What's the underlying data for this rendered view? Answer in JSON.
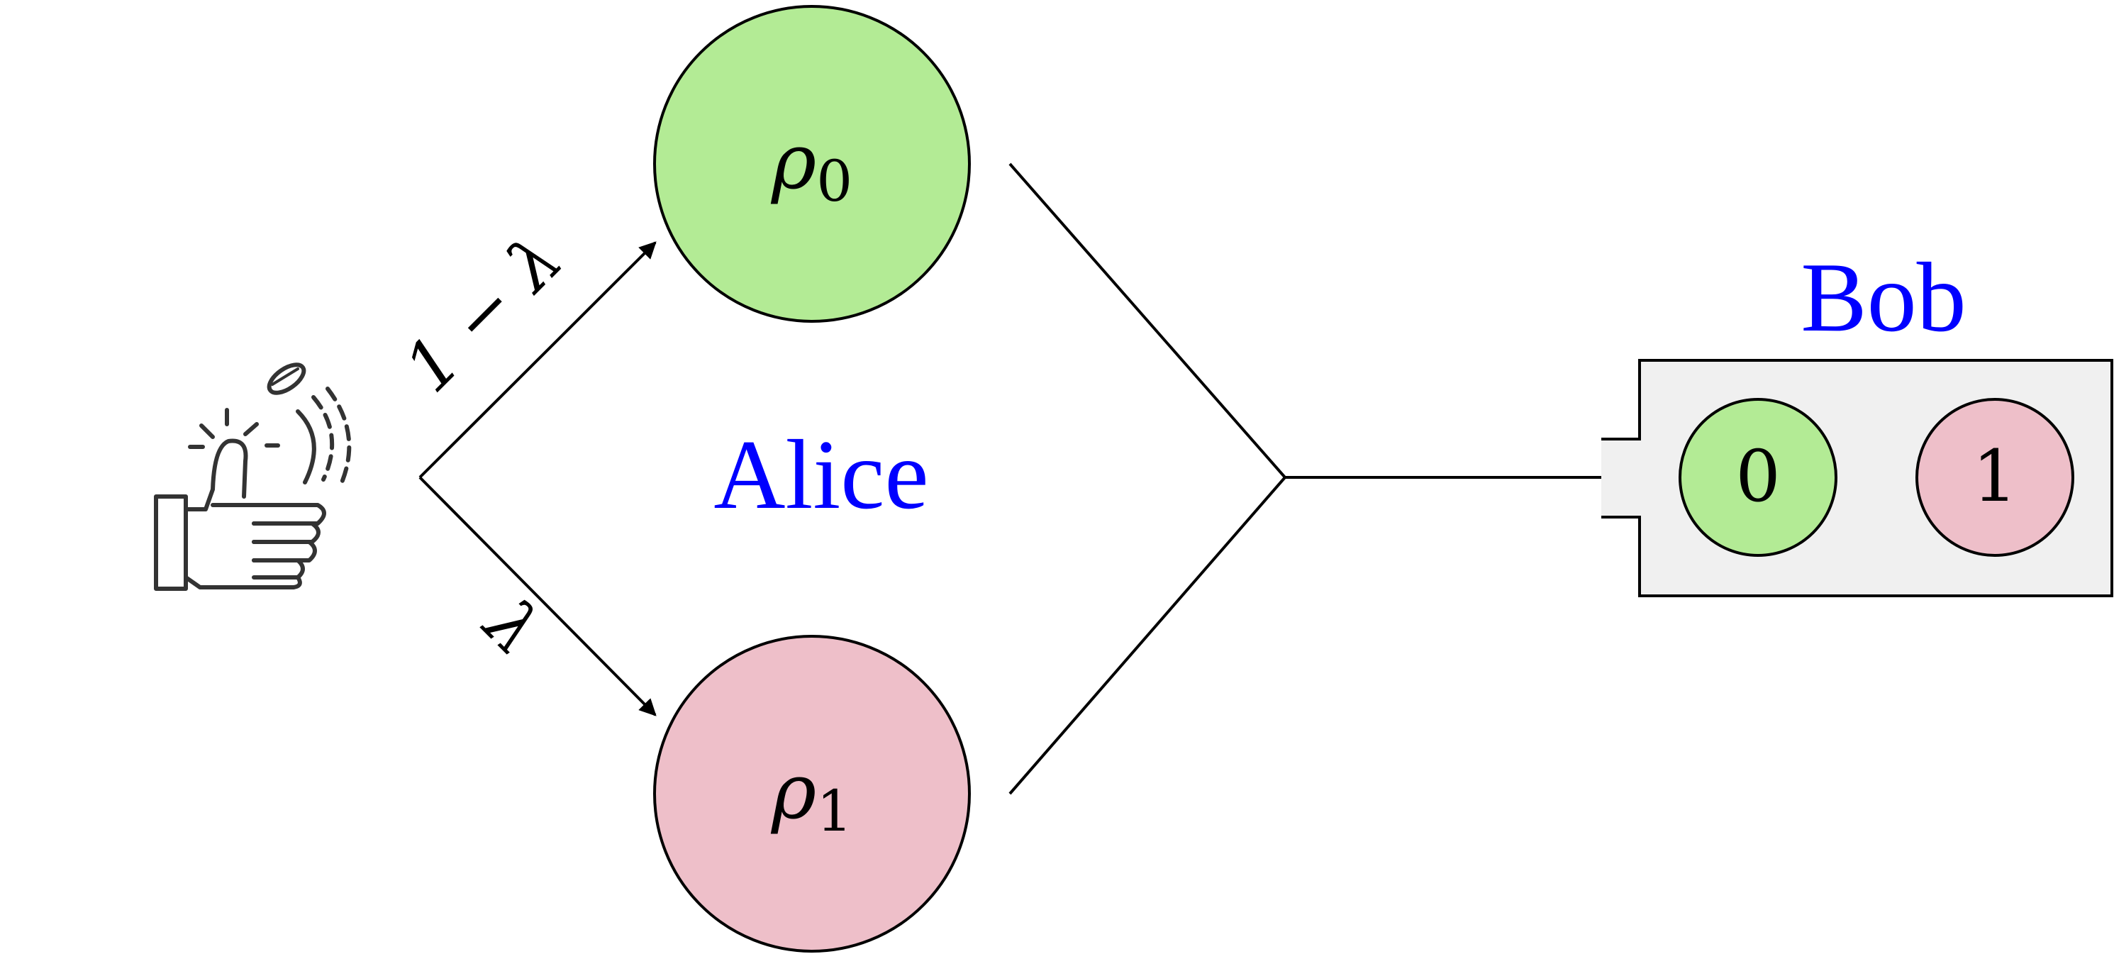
{
  "colors": {
    "state0_fill": "#b3eb95",
    "state1_fill": "#eebfc9",
    "party_label": "#0000ff",
    "outline": "#000000",
    "device_fill": "#f0f0f0"
  },
  "icons": {
    "source": "coin-flip-hand-icon"
  },
  "source": {
    "upper_branch_prob": "1 − λ",
    "lower_branch_prob": "λ"
  },
  "alice": {
    "label": "Alice",
    "state0": {
      "symbol": "ρ",
      "subscript": "0"
    },
    "state1": {
      "symbol": "ρ",
      "subscript": "1"
    }
  },
  "bob": {
    "label": "Bob",
    "outcome0": "0",
    "outcome1": "1"
  }
}
